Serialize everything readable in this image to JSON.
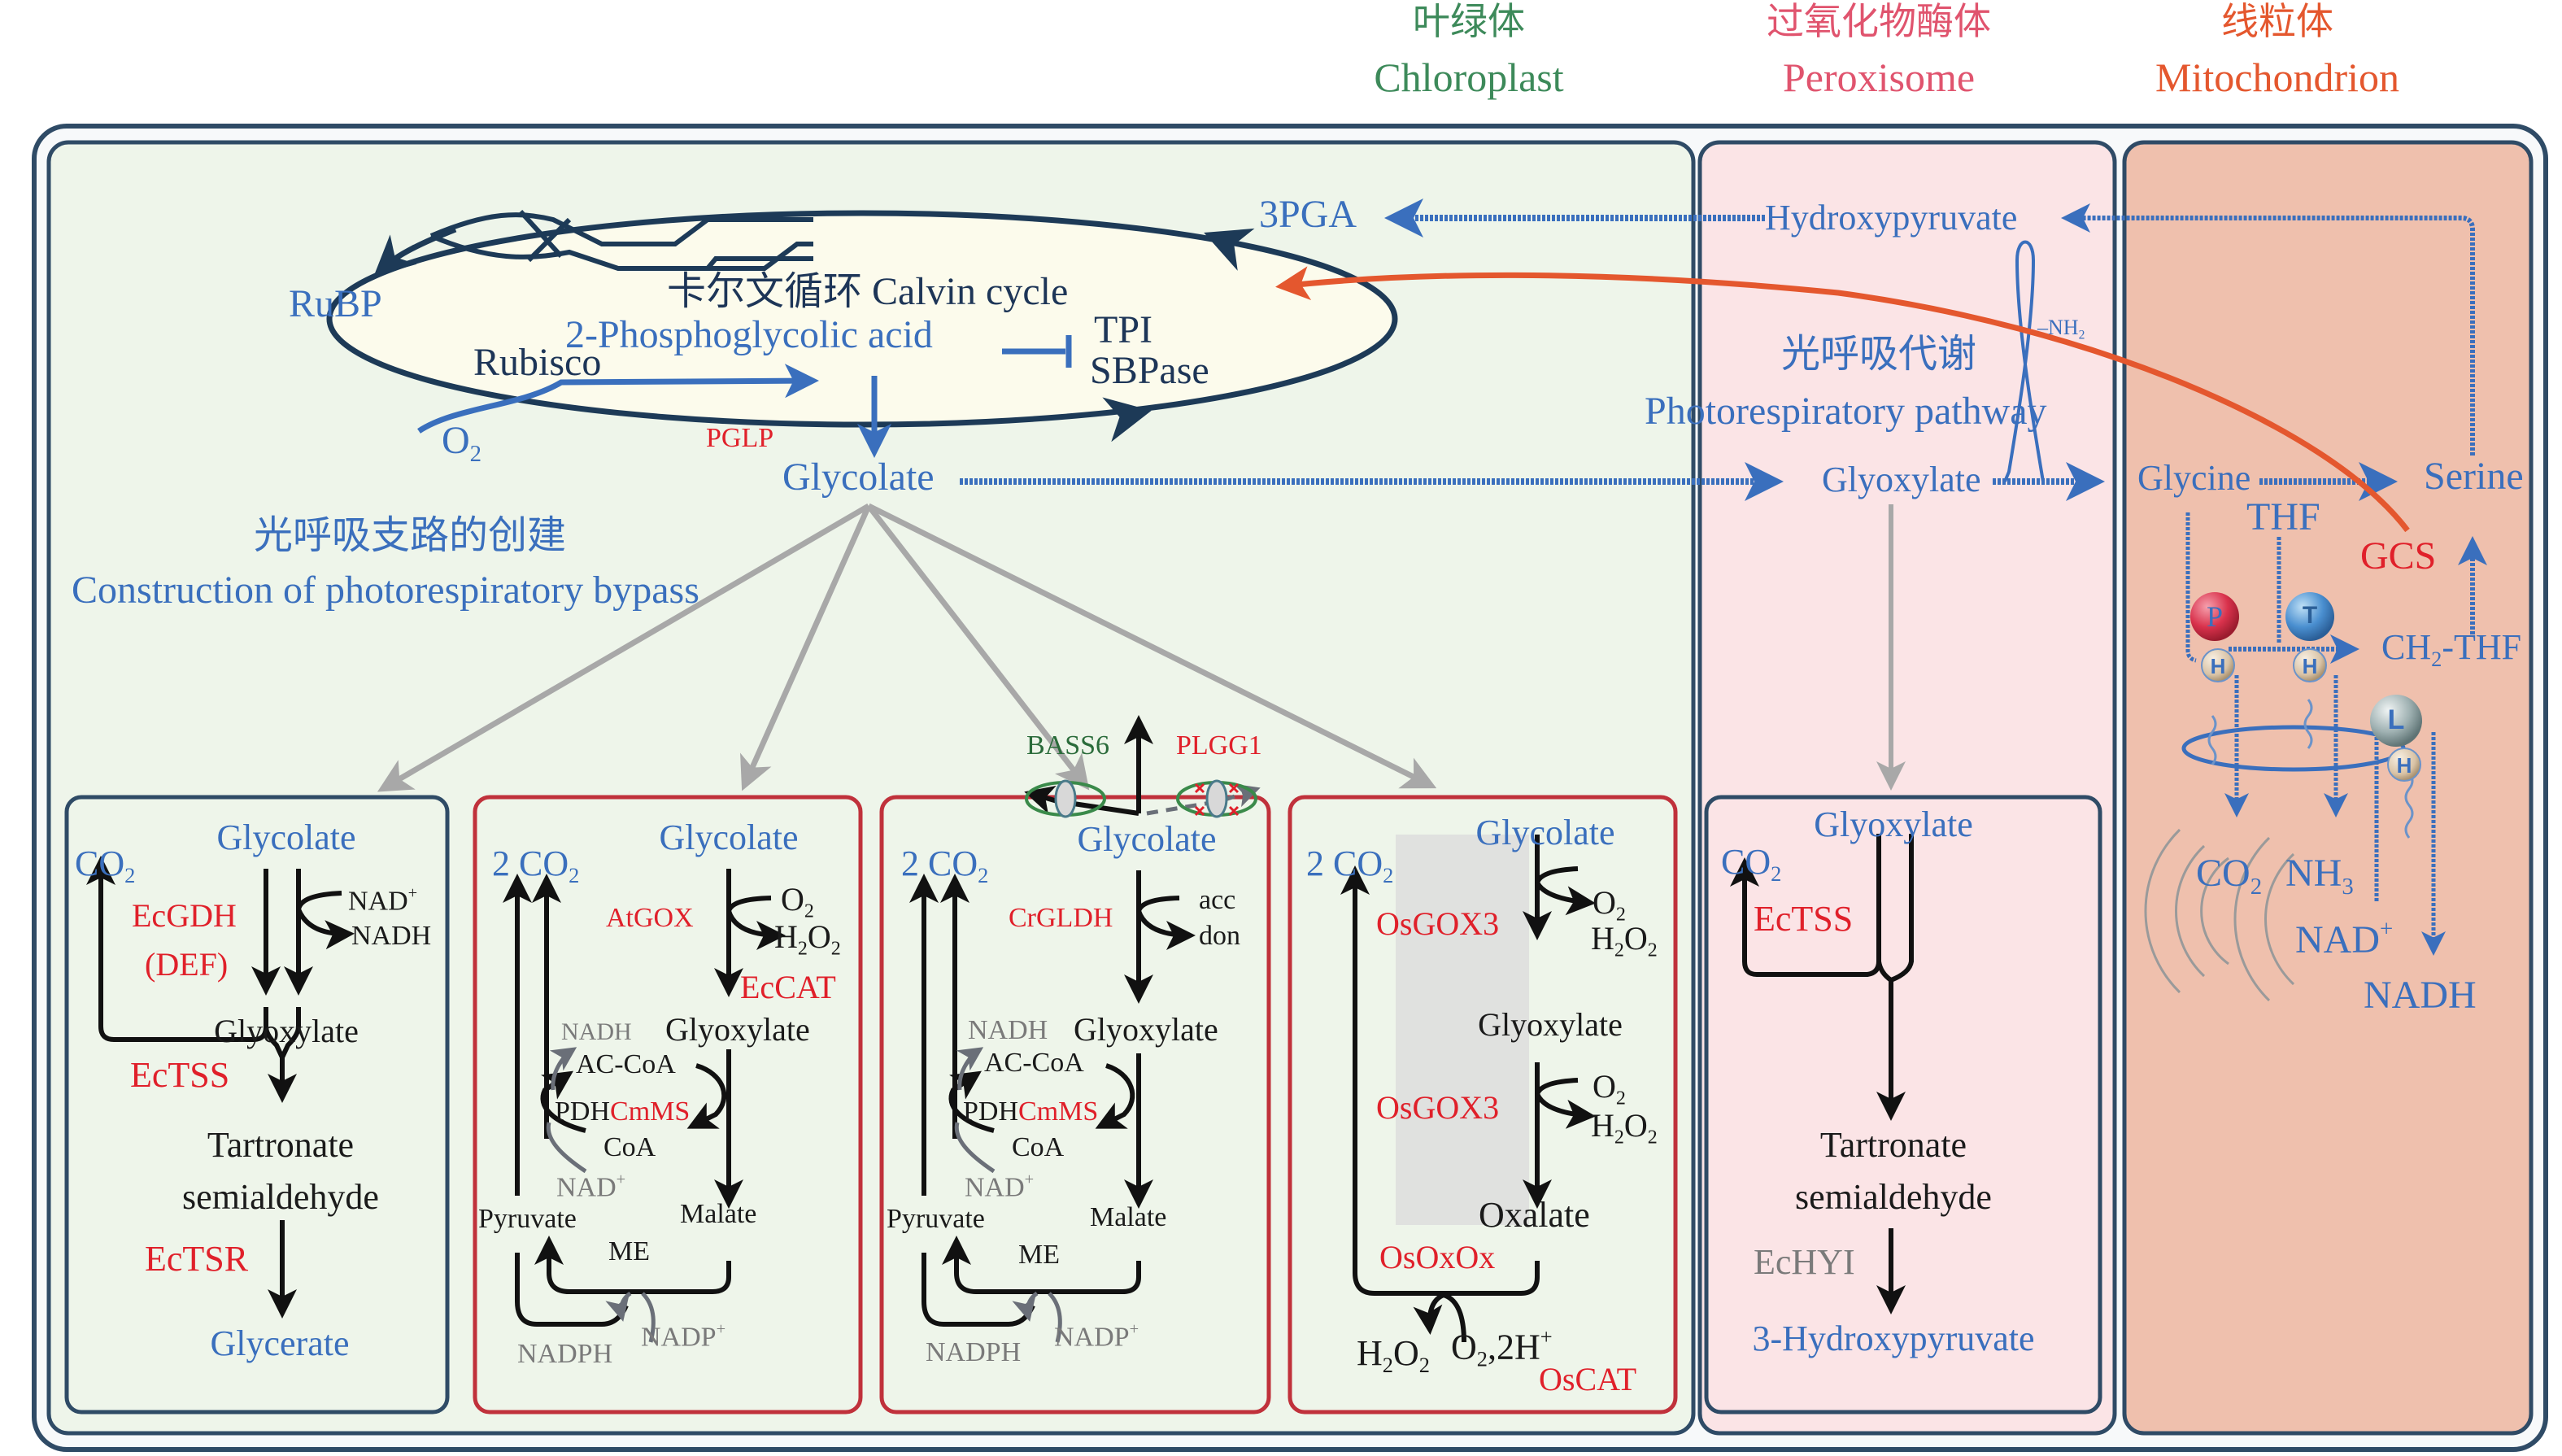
{
  "headers": {
    "chloroplast_cn": "叶绿体",
    "chloroplast_en": "Chloroplast",
    "peroxisome_cn": "过氧化物酶体",
    "peroxisome_en": "Peroxisome",
    "mitochondrion_cn": "线粒体",
    "mitochondrion_en": "Mitochondrion"
  },
  "colors": {
    "chloroplast_bg": "#eef5ea",
    "peroxisome_bg": "#fbe4e6",
    "mitochondrion_bg": "#efc0ad",
    "frame": "#2f4b66",
    "pathway_blue": "#3a6fbd",
    "enzyme_red": "#e0202a",
    "gcs_arrow_orange": "#e4572e",
    "bypass_red_border": "#c0313b"
  },
  "calvin": {
    "title_cn": "卡尔文循环",
    "title_en": "Calvin cycle",
    "rubp": "RuBP",
    "pga": "3PGA",
    "phosphoglycolic": "2-Phosphoglycolic acid",
    "rubisco": "Rubisco",
    "tpi": "TPI",
    "sbpase": "SBPase",
    "o2": "O",
    "o2_sub": "2",
    "pglp": "PGLP",
    "glycolate": "Glycolate"
  },
  "bypass_title": {
    "cn": "光呼吸支路的创建",
    "en": "Construction of photorespiratory bypass"
  },
  "pathway_title": {
    "cn": "光呼吸代谢",
    "en": "Photorespiratory pathway"
  },
  "peroxisome": {
    "hydroxypyruvate": "Hydroxypyruvate",
    "glyoxylate": "Glyoxylate",
    "nh2": "NH",
    "nh2_sub": "2",
    "box": {
      "glyoxylate": "Glyoxylate",
      "co2": "CO",
      "co2_sub": "2",
      "ectss": "EcTSS",
      "tartronate": "Tartronate",
      "semialdehyde": "semialdehyde",
      "echyi": "EcHYI",
      "hydroxypyruvate": "3-Hydroxypyruvate"
    }
  },
  "mitochondrion": {
    "glycine": "Glycine",
    "serine": "Serine",
    "thf": "THF",
    "gcs": "GCS",
    "ch2thf": "CH",
    "ch2thf_sub": "2",
    "ch2thf_rest": "-THF",
    "p": "P",
    "t": "T",
    "l": "L",
    "h": "H",
    "co2": "CO",
    "co2_sub": "2",
    "nh3": "NH",
    "nh3_sub": "3",
    "nad": "NAD",
    "nad_sup": "+",
    "nadh": "NADH"
  },
  "bypasses": [
    {
      "glycolate": "Glycolate",
      "co2": "CO",
      "co2_sub": "2",
      "ecgdh": "EcGDH",
      "def": "(DEF)",
      "nad": "NAD",
      "nad_sup": "+",
      "nadh": "NADH",
      "glyoxylate": "Glyoxylate",
      "ectss": "EcTSS",
      "tartronate": "Tartronate",
      "semialdehyde": "semialdehyde",
      "ectsr": "EcTSR",
      "glycerate": "Glycerate"
    },
    {
      "glycolate": "Glycolate",
      "co2": "2 CO",
      "co2_sub": "2",
      "enzyme": "AtGOX",
      "o2": "O",
      "o2_sub": "2",
      "h2o2_a": "H",
      "h2o2_sub1": "2",
      "h2o2_b": "O",
      "h2o2_sub2": "2",
      "eccat": "EcCAT",
      "nadh": "NADH",
      "glyoxylate": "Glyoxylate",
      "accoa": "AC-CoA",
      "pdh": "PDH",
      "cmms": "CmMS",
      "coa": "CoA",
      "nad": "NAD",
      "nad_sup": "+",
      "pyruvate": "Pyruvate",
      "malate": "Malate",
      "me": "ME",
      "nadph": "NADPH",
      "nadp": "NADP",
      "nadp_sup": "+"
    },
    {
      "glycolate": "Glycolate",
      "co2": "2 CO",
      "co2_sub": "2",
      "enzyme": "CrGLDH",
      "acc": "acc",
      "don": "don",
      "bass6": "BASS6",
      "plgg1": "PLGG1",
      "nadh": "NADH",
      "glyoxylate": "Glyoxylate",
      "accoa": "AC-CoA",
      "pdh": "PDH",
      "cmms": "CmMS",
      "coa": "CoA",
      "nad": "NAD",
      "nad_sup": "+",
      "pyruvate": "Pyruvate",
      "malate": "Malate",
      "me": "ME",
      "nadph": "NADPH",
      "nadp": "NADP",
      "nadp_sup": "+"
    },
    {
      "glycolate": "Glycolate",
      "co2": "2 CO",
      "co2_sub": "2",
      "osgox3_a": "OsGOX3",
      "osgox3_b": "OsGOX3",
      "o2": "O",
      "o2_sub": "2",
      "h2o2_a": "H",
      "h2o2_sub1": "2",
      "h2o2_b": "O",
      "h2o2_sub2": "2",
      "glyoxylate": "Glyoxylate",
      "oxalate": "Oxalate",
      "osoxox": "OsOxOx",
      "h2o2_bottom_a": "H",
      "h2o2_bottom_sub1": "2",
      "h2o2_bottom_b": "O",
      "h2o2_bottom_sub2": "2",
      "o2_2h_a": "O",
      "o2_2h_sub": "2",
      "o2_2h_b": ",2H",
      "o2_2h_sup": "+",
      "oscat": "OsCAT"
    }
  ]
}
